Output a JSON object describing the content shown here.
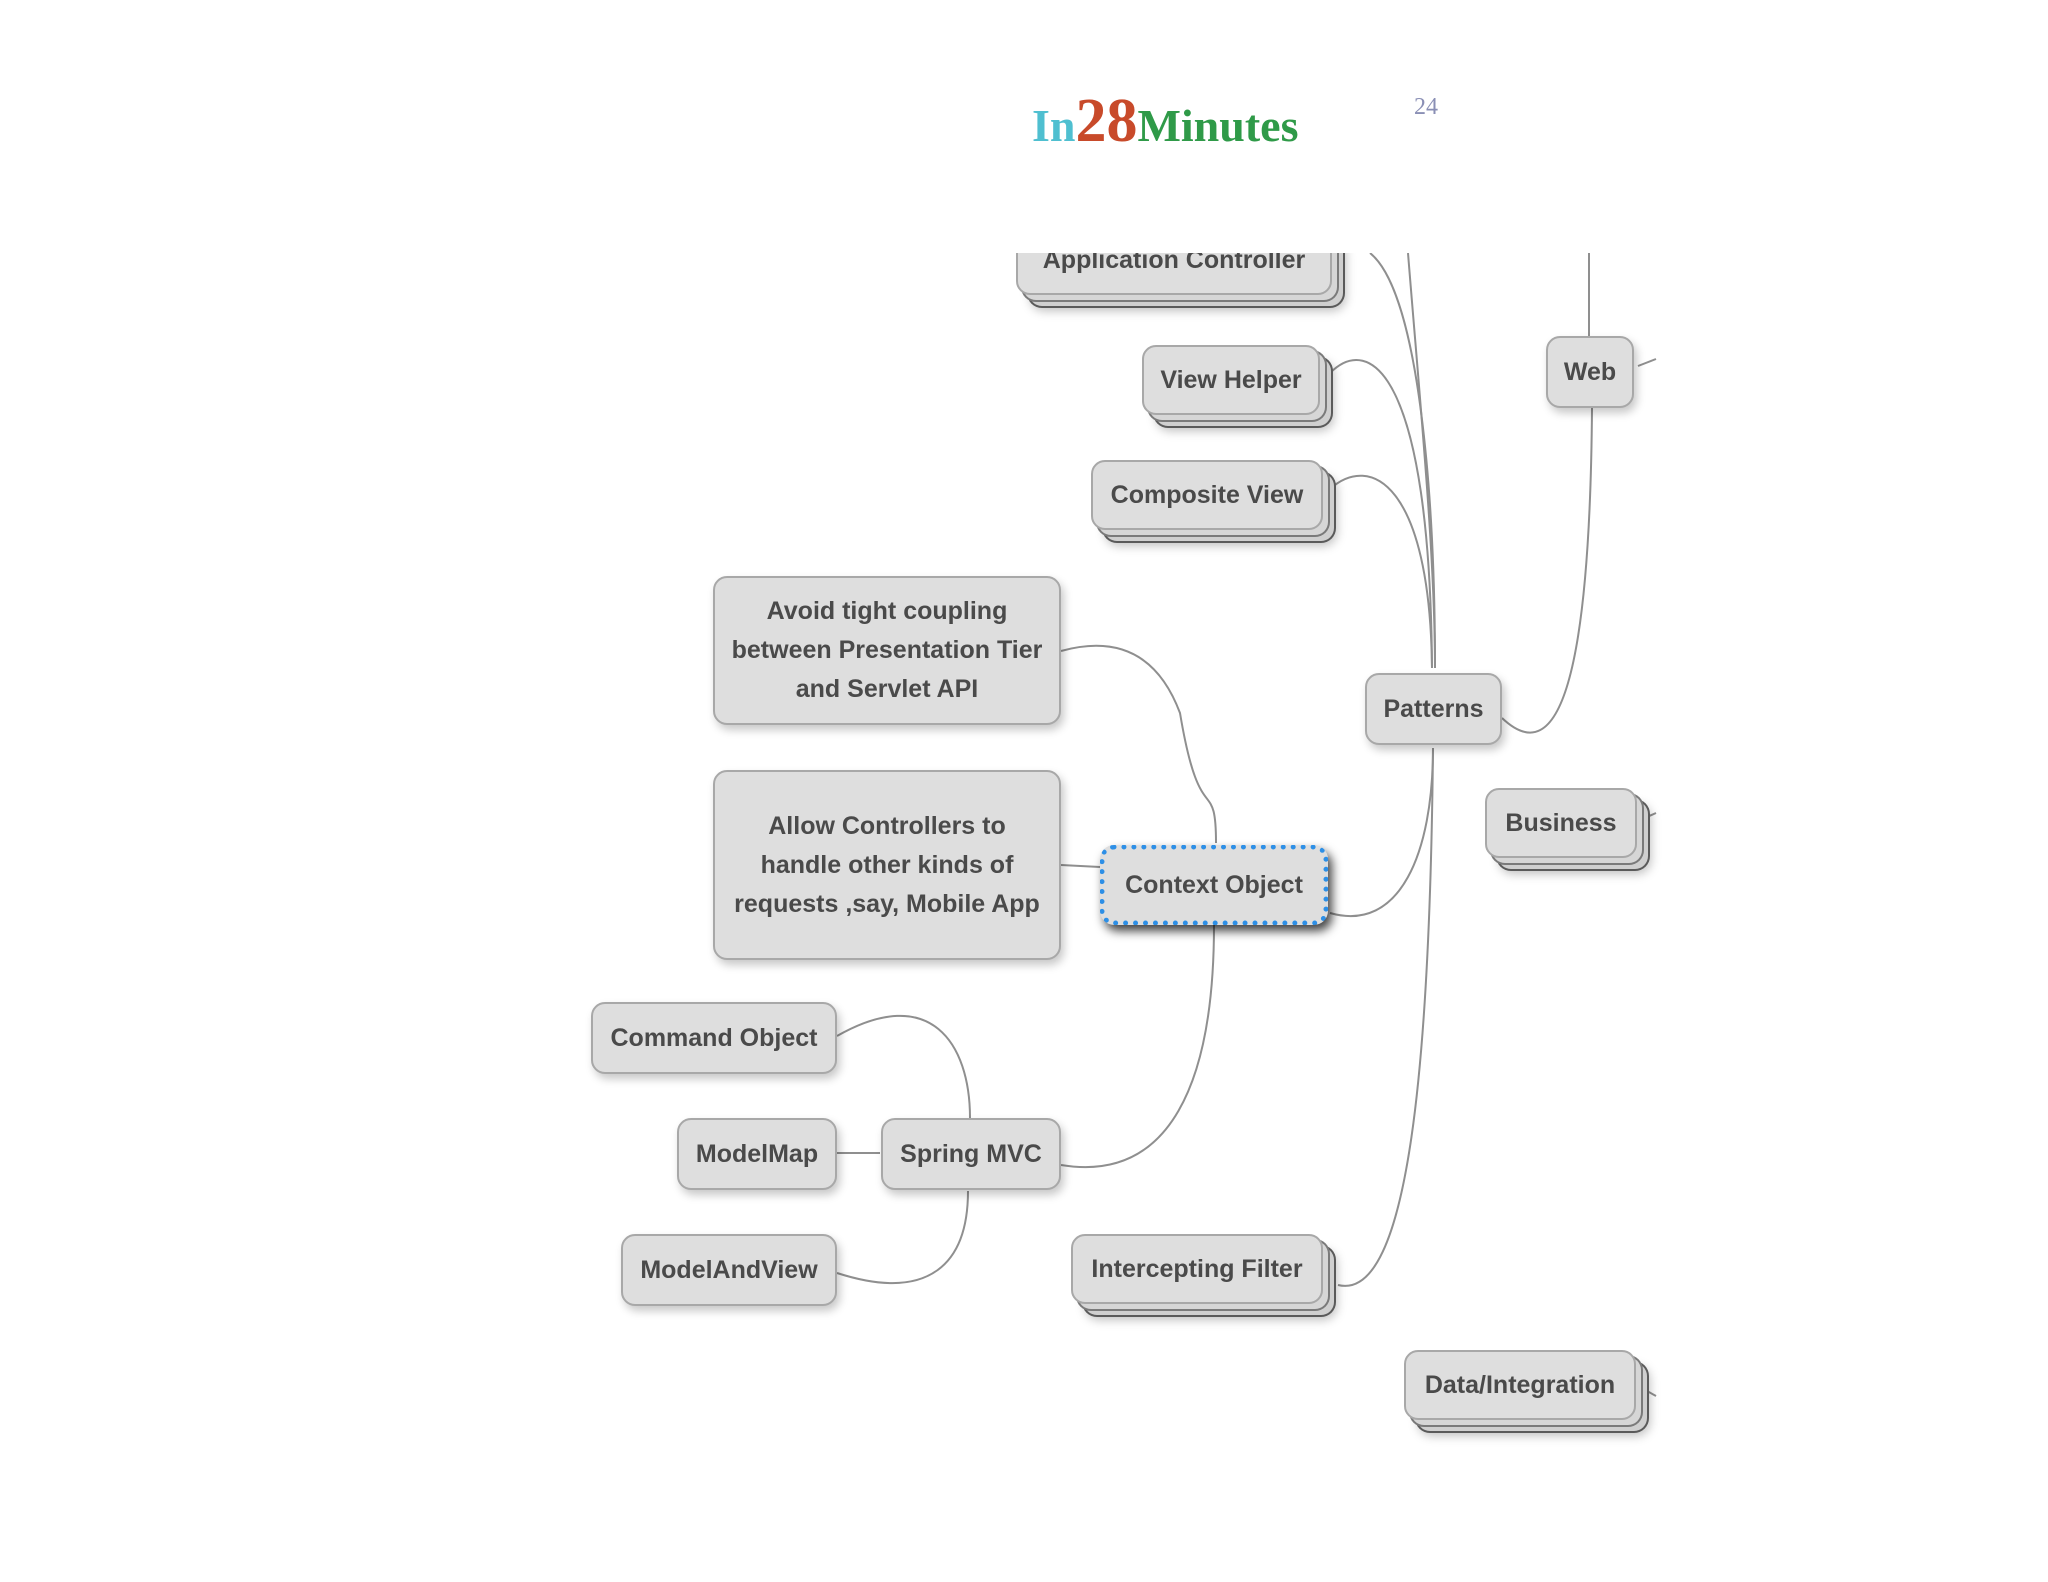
{
  "header": {
    "logo": {
      "part1": "In",
      "part2": "28",
      "part3": "Minutes"
    },
    "page_number": "24"
  },
  "diagram": {
    "nodes": {
      "application_controller": "Application Controller",
      "view_helper": "View Helper",
      "composite_view": "Composite View",
      "avoid_coupling": "Avoid tight coupling between Presentation Tier and Servlet API",
      "allow_controllers": "Allow Controllers to handle other kinds of requests ,say, Mobile App",
      "context_object": "Context Object",
      "command_object": "Command Object",
      "modelmap": "ModelMap",
      "spring_mvc": "Spring MVC",
      "modelandview": "ModelAndView",
      "intercepting_filter": "Intercepting Filter",
      "patterns": "Patterns",
      "web": "Web",
      "business": "Business",
      "data_integration": "Data/Integration"
    },
    "colors": {
      "node_fill": "#dedede",
      "node_text": "#4a4a4a",
      "connector": "#8f8f8f",
      "selection": "#2d8fe6",
      "logo_in": "#4fbfd0",
      "logo_28": "#c84a2a",
      "logo_minutes": "#2f9a48"
    }
  }
}
